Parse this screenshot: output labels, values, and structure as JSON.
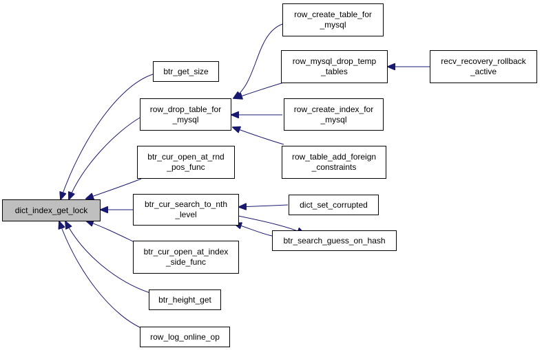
{
  "graph": {
    "colors": {
      "edge": "#191970",
      "node_border": "#000000",
      "root_fill": "#bfbfbf",
      "node_fill": "#ffffff"
    },
    "nodes": {
      "dict_index_get_lock": [
        "dict_index_get_lock"
      ],
      "btr_get_size": [
        "btr_get_size"
      ],
      "row_drop_table_for_mysql": [
        "row_drop_table_for",
        "_mysql"
      ],
      "btr_cur_open_at_rnd_pos_func": [
        "btr_cur_open_at_rnd",
        "_pos_func"
      ],
      "btr_cur_search_to_nth_level": [
        "btr_cur_search_to_nth",
        "_level"
      ],
      "btr_cur_open_at_index_side_func": [
        "btr_cur_open_at_index",
        "_side_func"
      ],
      "btr_height_get": [
        "btr_height_get"
      ],
      "row_log_online_op": [
        "row_log_online_op"
      ],
      "row_create_table_for_mysql": [
        "row_create_table_for",
        "_mysql"
      ],
      "row_mysql_drop_temp_tables": [
        "row_mysql_drop_temp",
        "_tables"
      ],
      "row_create_index_for_mysql": [
        "row_create_index_for",
        "_mysql"
      ],
      "row_table_add_foreign_constraints": [
        "row_table_add_foreign",
        "_constraints"
      ],
      "dict_set_corrupted": [
        "dict_set_corrupted"
      ],
      "btr_search_guess_on_hash": [
        "btr_search_guess_on_hash"
      ],
      "recv_recovery_rollback_active": [
        "recv_recovery_rollback",
        "_active"
      ]
    }
  }
}
